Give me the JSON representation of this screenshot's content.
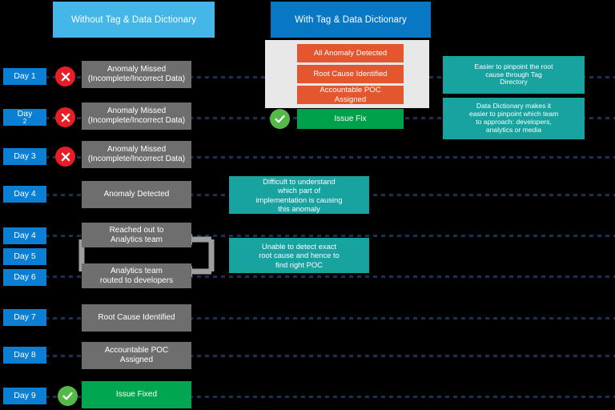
{
  "diagram": {
    "title_without": "Without Tag & Data Dictionary",
    "title_with": "With Tag & Data Dictionary"
  },
  "left_track": {
    "rows": [
      {
        "day": "Day 1",
        "status": "x",
        "label": "Anomaly Missed\n(Incomplete/Incorrect Data)"
      },
      {
        "day": "Day 2",
        "status": "x",
        "label": "Anomaly Missed\n(Incomplete/Incorrect Data)"
      },
      {
        "day": "Day 3",
        "status": "x",
        "label": "Anomaly Missed\n(Incomplete/Incorrect Data)"
      },
      {
        "day": "Day 4",
        "status": "none",
        "label": "Anomaly Detected"
      },
      {
        "day": "Day 4",
        "status": "none",
        "label": "Reached out to\nAnalytics team"
      },
      {
        "day": "Day 5",
        "status": "none",
        "label": ""
      },
      {
        "day": "Day 6",
        "status": "none",
        "label": "Analytics team\nrouted to developers"
      },
      {
        "day": "Day 7",
        "status": "none",
        "label": "Root Cause Identified"
      },
      {
        "day": "Day 8",
        "status": "none",
        "label": "Accountable POC\nAssigned"
      },
      {
        "day": "Day 9",
        "status": "check",
        "label": "Issue Fixed"
      }
    ],
    "day_labels": {
      "d1": "Day 1",
      "d2_line1": "Day",
      "d2_line2": "2",
      "d3": "Day 3",
      "d4a": "Day 4",
      "d4b": "Day 4",
      "d5": "Day 5",
      "d6": "Day 6",
      "d7": "Day 7",
      "d8": "Day 8",
      "d9": "Day 9"
    },
    "boxes": {
      "anomaly_missed_1_l1": "Anomaly Missed",
      "anomaly_missed_1_l2": "(Incomplete/Incorrect Data)",
      "anomaly_missed_2_l1": "Anomaly Missed",
      "anomaly_missed_2_l2": "(Incomplete/Incorrect Data)",
      "anomaly_missed_3_l1": "Anomaly Missed",
      "anomaly_missed_3_l2": "(Incomplete/Incorrect Data)",
      "anomaly_detected": "Anomaly Detected",
      "reached_out_l1": "Reached out to",
      "reached_out_l2": "Analytics team",
      "routed_l1": "Analytics team",
      "routed_l2": "routed to developers",
      "root_cause_identified": "Root Cause Identified",
      "accountable_poc_l1": "Accountable POC",
      "accountable_poc_l2": "Assigned",
      "issue_fixed": "Issue Fixed"
    }
  },
  "right_track": {
    "stack": [
      "All Anomaly Detected",
      "Root Cause Identified",
      "Accountable POC Assigned"
    ],
    "stack_items": {
      "all_anomaly_detected": "All Anomaly Detected",
      "root_cause_identified": "Root Cause Identified",
      "accountable_poc_l1": "Accountable POC",
      "accountable_poc_l2": "Assigned"
    },
    "issue_fix": "Issue Fix"
  },
  "annotations": {
    "difficult_l1": "Difficult to understand",
    "difficult_l2": "which part of",
    "difficult_l3": "implementation is causing",
    "difficult_l4": "this anomaly",
    "unable_l1": "Unable to detect exact",
    "unable_l2": "root cause and hence to",
    "unable_l3": "find right POC",
    "easier_l1": "Easier to pinpoint the root",
    "easier_l2": "cause through Tag",
    "easier_l3": "Directory",
    "datadict_l1": "Data Dictionary makes it",
    "datadict_l2": "easier to pinpoint which team",
    "datadict_l3": "to approach: developers,",
    "datadict_l4": "analytics or media"
  },
  "colors": {
    "background": "#000000",
    "header_without": "#45b6e8",
    "header_with": "#0878c4",
    "day_chip": "#0b7fd4",
    "process_gray": "#6e6e6e",
    "success_green": "#00a650",
    "orange": "#e4572e",
    "teal": "#18a2a0",
    "stack_bg": "#e8e8e8",
    "dash_line": "#1d2f53",
    "error_red": "#e81d25",
    "check_green": "#55b948",
    "arrow_gray": "#9e9e9e"
  }
}
